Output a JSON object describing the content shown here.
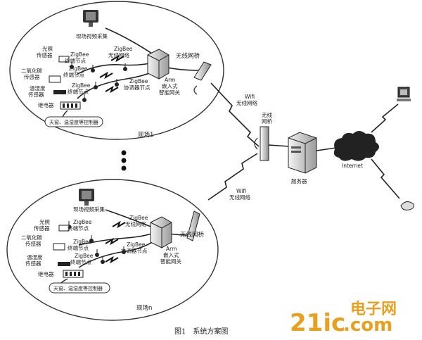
{
  "site1": {
    "video": "现场视频采集",
    "zb_wireless": [
      "ZigBee",
      "无线网络"
    ],
    "light": [
      "光照",
      "传感器"
    ],
    "zb_end1": [
      "ZigBee",
      "终端节点"
    ],
    "co2": [
      "二氧化碳",
      "传感器"
    ],
    "zb_end2": [
      "ZigBee",
      "终端节点"
    ],
    "humid": [
      "温湿度",
      "传感器"
    ],
    "zb_end3": [
      "ZigBee",
      "终端节点"
    ],
    "relay": "继电器",
    "coord": [
      "ZigBee",
      "协调器节点"
    ],
    "gateway": [
      "Arm",
      "嵌入式",
      "智能网关"
    ],
    "bridge": "无线网桥",
    "controller": "天窗、温湿度等控制器",
    "name": "现场1"
  },
  "siten": {
    "video": "现场视频采集",
    "zb_wireless": [
      "ZigBee",
      "无线网络"
    ],
    "light": [
      "光照",
      "传感器"
    ],
    "zb_end1": [
      "ZigBee",
      "终端节点"
    ],
    "co2": [
      "二氧化碳",
      "传感器"
    ],
    "zb_end2": [
      "ZigBee",
      "终端节点"
    ],
    "humid": [
      "温湿度",
      "传感器"
    ],
    "zb_end3": [
      "ZigBee",
      "终端节点"
    ],
    "relay": "继电器",
    "coord": [
      "ZigBee",
      "协调器节点"
    ],
    "gateway": [
      "Arm",
      "嵌入式",
      "智能网关"
    ],
    "bridge": "无线网桥",
    "controller": "天窗、温湿度等控制器",
    "name": "现场n"
  },
  "center": {
    "wifi_top": [
      "Wifi",
      "无线网络"
    ],
    "bridge": [
      "无线",
      "网桥"
    ],
    "server": "服务器",
    "internet": "Internet",
    "wifi_bottom": [
      "Wifi",
      "无线网络"
    ]
  },
  "caption": "图1　系统方案图",
  "watermark": {
    "a": "21ic",
    "b": ".com",
    "c": "电子网"
  },
  "icons": [
    "video-camera-icon",
    "router-icon",
    "server-tower-icon",
    "bridge-panel-icon",
    "cloud-icon",
    "pc-icon",
    "mouse-icon",
    "relay-icon",
    "lightning-icon"
  ]
}
